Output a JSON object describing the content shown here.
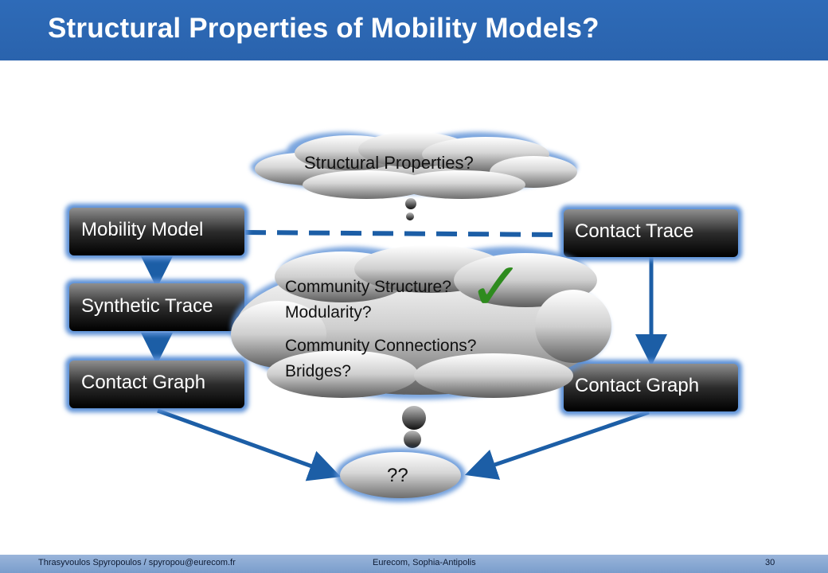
{
  "slide": {
    "title": "Structural Properties of Mobility Models?"
  },
  "diagram": {
    "left_boxes": [
      "Mobility Model",
      "Synthetic Trace",
      "Contact Graph"
    ],
    "right_boxes": [
      "Contact Trace",
      "Contact Graph"
    ],
    "top_cloud": "Structural Properties?",
    "center_cloud_lines": [
      "Community Structure?",
      "Modularity?",
      "Community Connections?",
      "Bridges?"
    ],
    "result_bubble": "??",
    "check_mark": "✓",
    "colors": {
      "title_bar": "#2e6bb8",
      "arrow": "#1c5ea6",
      "check": "#2e8b1e",
      "box_glow": "#5a8fd6"
    }
  },
  "footer": {
    "author": "Thrasyvoulos Spyropoulos / spyropou@eurecom.fr",
    "institution": "Eurecom, Sophia-Antipolis",
    "page_number": "30"
  }
}
